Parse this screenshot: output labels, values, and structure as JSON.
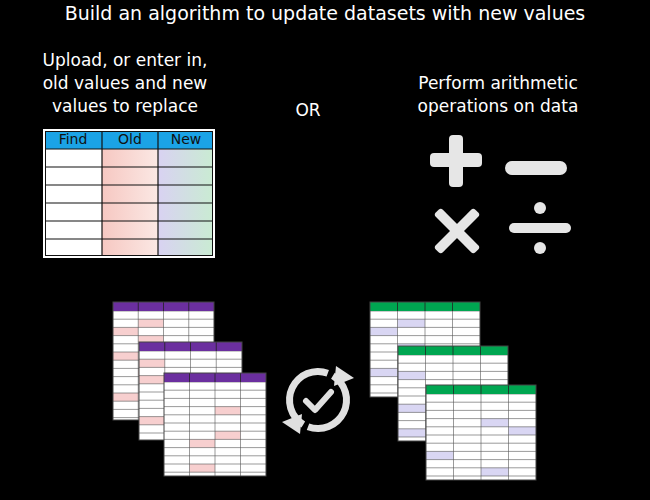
{
  "diagram": {
    "title": "Build an algorithm to update datasets with new values",
    "labels": [
      "Upload, or enter in, old values and new values to replace",
      "OR",
      "Perform arithmetic operations on data",
      "Find",
      "Old",
      "New"
    ]
  }
}
